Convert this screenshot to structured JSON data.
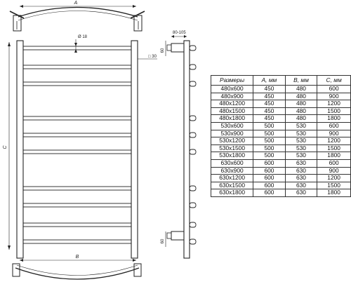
{
  "drawing": {
    "dim_a": "A",
    "dim_b": "B",
    "dim_c": "C",
    "tube_diameter": "Ø 18",
    "rail_profile": "□ 30",
    "side_offset": "80-105",
    "side_top_connection": "60",
    "side_bottom_connection": "60",
    "rung_count": 10
  },
  "table": {
    "headers": [
      "Размеры",
      "А, мм",
      "В, мм",
      "С, мм"
    ],
    "rows": [
      [
        "480x600",
        "450",
        "480",
        "600"
      ],
      [
        "480x900",
        "450",
        "480",
        "900"
      ],
      [
        "480x1200",
        "450",
        "480",
        "1200"
      ],
      [
        "480x1500",
        "450",
        "480",
        "1500"
      ],
      [
        "480x1800",
        "450",
        "480",
        "1800"
      ],
      [
        "530x600",
        "500",
        "530",
        "600"
      ],
      [
        "530x900",
        "500",
        "530",
        "900"
      ],
      [
        "530x1200",
        "500",
        "530",
        "1200"
      ],
      [
        "530x1500",
        "500",
        "530",
        "1500"
      ],
      [
        "530x1800",
        "500",
        "530",
        "1800"
      ],
      [
        "630x600",
        "600",
        "630",
        "600"
      ],
      [
        "630x900",
        "600",
        "630",
        "900"
      ],
      [
        "630x1200",
        "600",
        "630",
        "1200"
      ],
      [
        "630x1500",
        "600",
        "630",
        "1500"
      ],
      [
        "630x1800",
        "600",
        "630",
        "1800"
      ]
    ]
  }
}
